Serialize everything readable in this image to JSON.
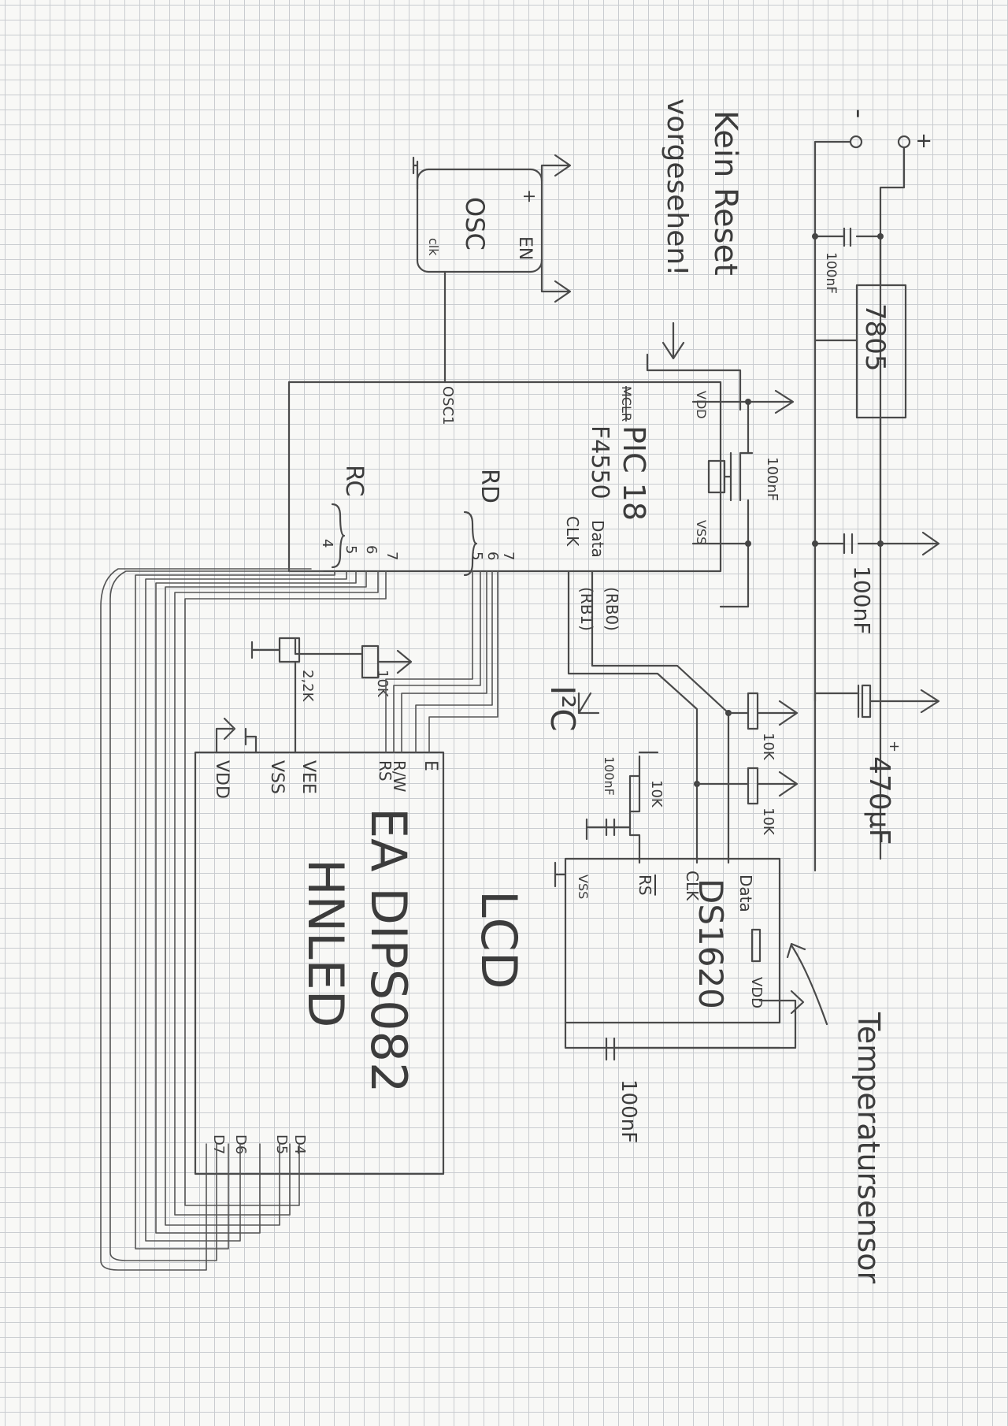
{
  "power": {
    "plus": "+",
    "minus": "-",
    "regulator": "7805",
    "cap_in": "100nF",
    "cap_main": "100nF"
  },
  "notes": {
    "no_reset_1": "Kein Reset",
    "no_reset_2": "vorgesehen!"
  },
  "oscillator": {
    "name": "OSC",
    "pin_plus": "+",
    "pin_en": "EN",
    "pin_clk": "clk"
  },
  "mcu": {
    "title": "PIC 18",
    "part": "F4550",
    "pin_mclr": "MCLR",
    "pin_vdd": "VDD",
    "pin_vss": "VSS",
    "pin_osc1": "OSC1",
    "pin_data": "Data",
    "pin_clk": "CLK",
    "pin_rb0": "(RB0)",
    "pin_rb1": "(RB1)",
    "port_rd": "RD",
    "port_rc": "RC",
    "rd_pins": [
      "7",
      "6",
      "5"
    ],
    "rc_pins": [
      "7",
      "6",
      "5",
      "4"
    ],
    "decoupling": "100nF"
  },
  "bus": {
    "name": "I²C"
  },
  "lcd": {
    "title": "EA DIPS082",
    "model": "HNLED",
    "tag": "LCD",
    "pin_e": "E",
    "pin_rw": "R/W",
    "pin_rs": "RS",
    "pin_vee": "VEE",
    "pin_vss": "VSS",
    "pin_vdd": "VDD",
    "pin_d4": "D4",
    "pin_d5": "D5",
    "pin_d6": "D6",
    "pin_d7": "D7",
    "pot_r1": "10K",
    "pot_r2": "2,2K"
  },
  "sensor": {
    "title": "DS1620",
    "caption": "Temperatursensor",
    "pin_data": "Data",
    "pin_clk": "CLK",
    "pin_rs": "RS",
    "pin_vss": "VSS",
    "pin_vdd": "VDD",
    "pullup_1": "10K",
    "pullup_2": "10K",
    "rs_resistor": "10K",
    "rs_cap": "100nF",
    "cap_bottom": "100nF",
    "cap_bulk": "470µF"
  }
}
